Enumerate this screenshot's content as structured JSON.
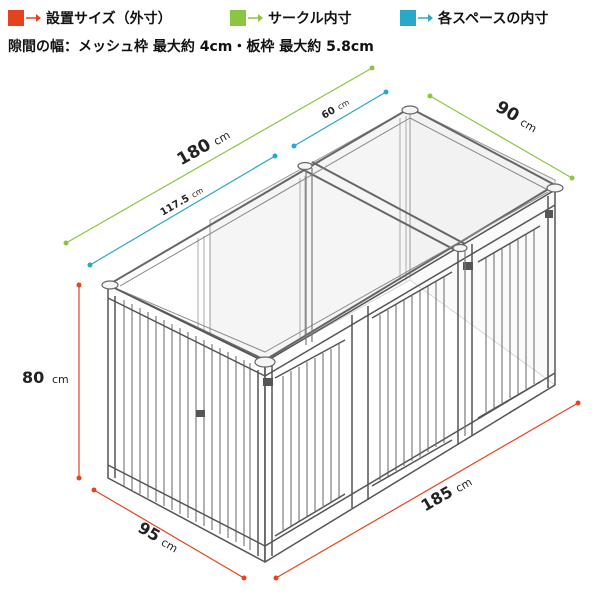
{
  "legend": [
    {
      "label": "設置サイズ（外寸）",
      "color": "#e3431f"
    },
    {
      "label": "サークル内寸",
      "color": "#8cc63f"
    },
    {
      "label": "各スペースの内寸",
      "color": "#29a8c7"
    }
  ],
  "subtitle": "隙間の幅：メッシュ枠 最大約 4cm・板枠 最大約 5.8cm",
  "dimensions": {
    "width_inner": {
      "value": "180",
      "unit": "cm"
    },
    "depth_inner": {
      "value": "90",
      "unit": "cm"
    },
    "space_wide": {
      "value": "117.5",
      "unit": "cm"
    },
    "space_narrow": {
      "value": "60",
      "unit": "cm"
    },
    "height_outer": {
      "value": "80",
      "unit": "cm"
    },
    "depth_outer": {
      "value": "95",
      "unit": "cm"
    },
    "width_outer": {
      "value": "185",
      "unit": "cm"
    }
  }
}
